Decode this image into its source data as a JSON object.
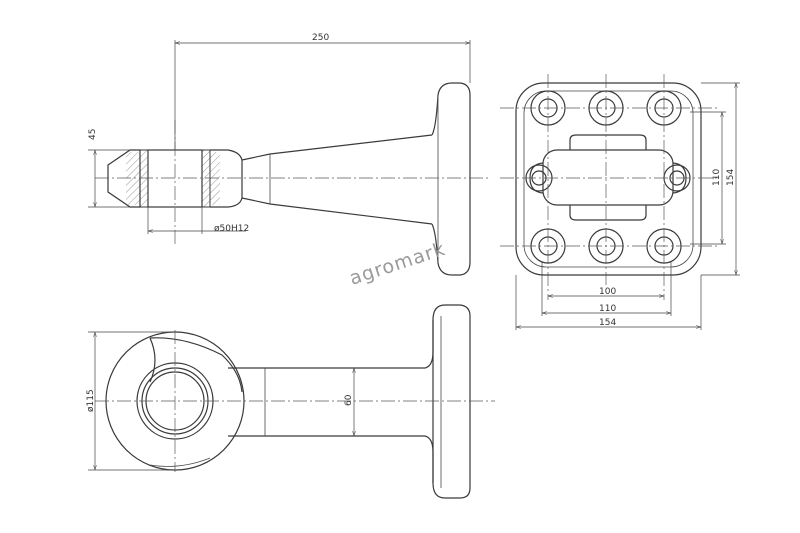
{
  "dimensions": {
    "overall_length": "250",
    "eye_width": "45",
    "bore": "ø50H12",
    "hole_spacing_horizontal": "100",
    "plate_inner_width": "110",
    "plate_width": "154",
    "hole_spacing_vertical": "110",
    "plate_height": "154",
    "eye_diameter": "ø115",
    "shank_height": "60"
  },
  "watermark": "agromark"
}
